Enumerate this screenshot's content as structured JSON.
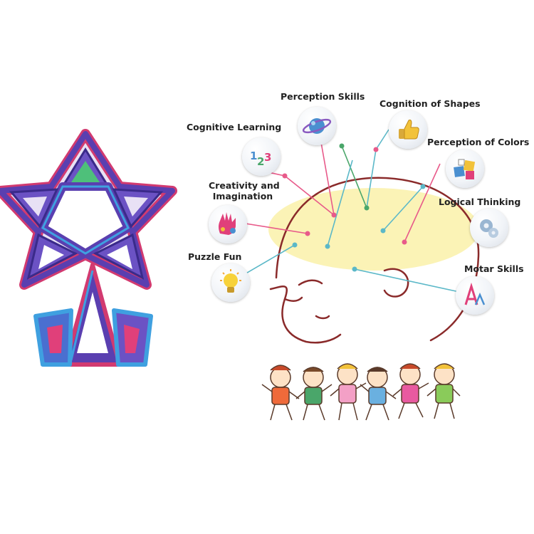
{
  "skills": {
    "perception_skills": "Perception Skills",
    "cognition_of_shapes": "Cognition of Shapes",
    "cognitive_learning": "Cognitive Learning",
    "perception_of_colors": "Perception of Colors",
    "creativity_line1": "Creativity and",
    "creativity_line2": "Imagination",
    "logical_thinking": "Logical Thinking",
    "puzzle_fun": "Puzzle Fun",
    "motar_skills": "Motar Skills"
  },
  "icons": {
    "perception_skills": "planet-icon",
    "cognition_of_shapes": "thumbs-up-icon",
    "cognitive_learning": "numbers-icon",
    "perception_of_colors": "color-cubes-icon",
    "creativity": "painted-hand-icon",
    "logical_thinking": "gears-icon",
    "puzzle_fun": "light-bulb-icon",
    "motar_skills": "letters-icon"
  },
  "colors": {
    "brain_highlight": "#fbf3b6",
    "head_outline": "#8a2a2a",
    "line_teal": "#5bb8c8",
    "line_pink": "#e85a8a",
    "line_green": "#4aa66a",
    "star_purple": "#5a3fb0",
    "star_pink": "#e0407a",
    "star_blue": "#3fa0e0"
  }
}
